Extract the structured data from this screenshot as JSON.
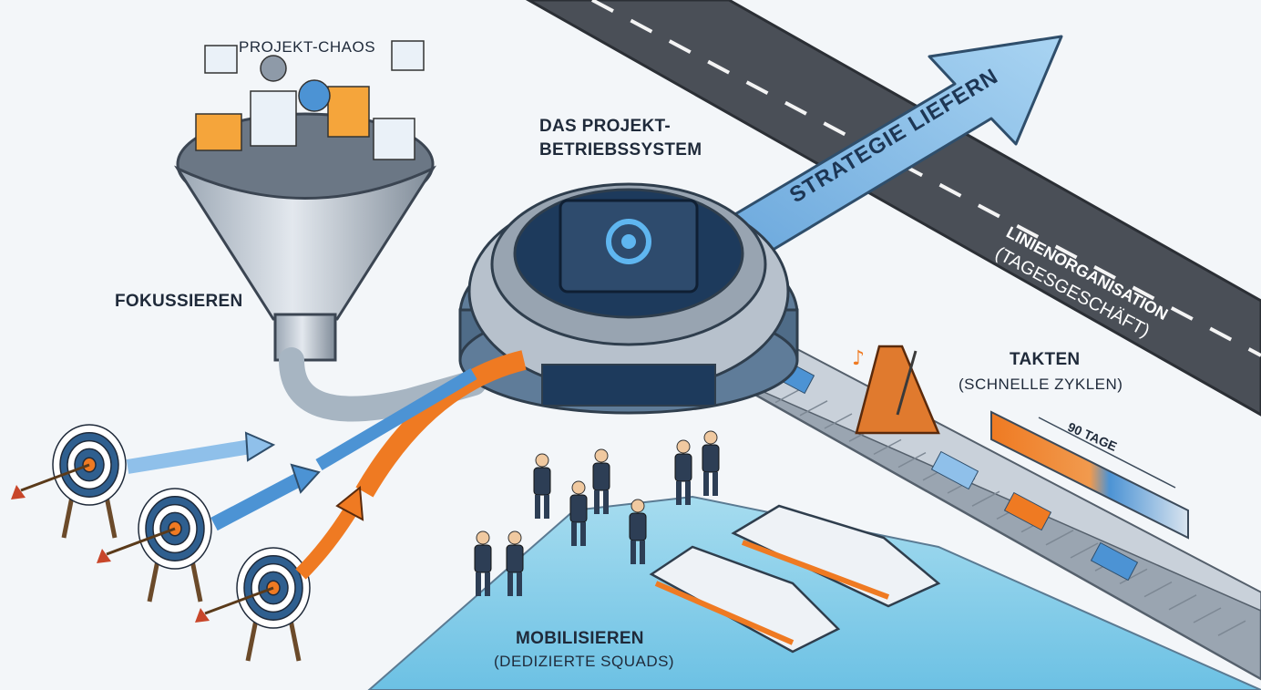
{
  "chaos": {
    "label": "PROJEKT-CHAOS"
  },
  "core": {
    "line1": "DAS PROJEKT-",
    "line2": "BETRIEBSSYSTEM"
  },
  "arrow": {
    "label": "STRATEGIE LIEFERN"
  },
  "road": {
    "line1": "LINIENORGANISATION",
    "line2": "(TAGESGESCHÄFT)"
  },
  "focus": {
    "label": "FOKUSSIEREN"
  },
  "takten": {
    "title": "TAKTEN",
    "subtitle": "(SCHNELLE ZYKLEN)",
    "timeline_label": "90 TAGE"
  },
  "mobilize": {
    "title": "MOBILISIEREN",
    "subtitle": "(DEDIZIERTE SQUADS)"
  },
  "colors": {
    "accent_blue": "#4c93d4",
    "accent_orange": "#ef7a22",
    "steel": "#8e9aa8",
    "road": "#4a4f57",
    "water": "#8fd0ea",
    "ink": "#1f2a3a"
  },
  "icons": [
    "funnel-icon",
    "gear-icon",
    "chip-icon",
    "metronome-icon",
    "target-icon",
    "boat-icon",
    "person-icon",
    "conveyor-icon"
  ]
}
